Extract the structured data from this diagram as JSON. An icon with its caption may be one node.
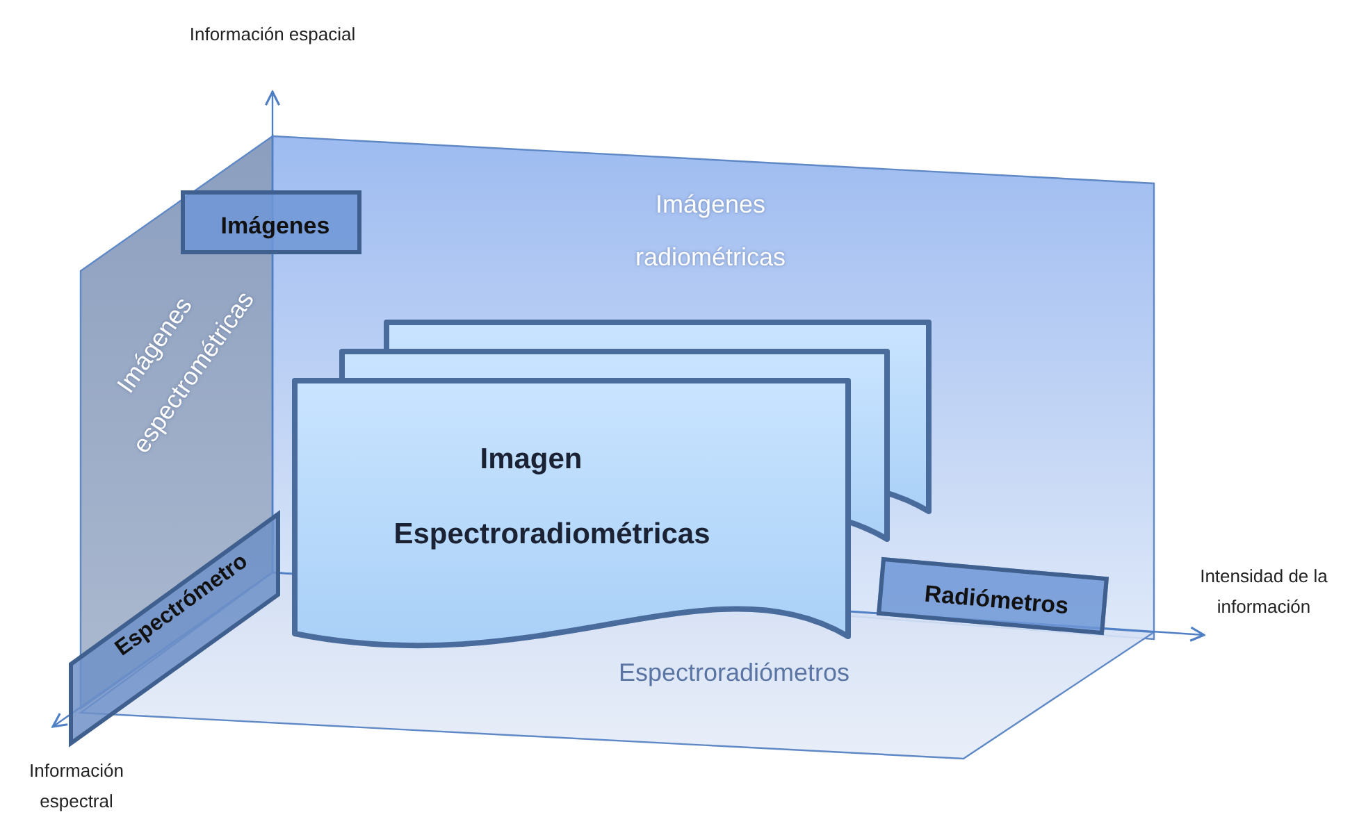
{
  "diagram": {
    "nodes": [
      {
        "text": [
          "Imágenes radiométricas"
        ]
      },
      {
        "text": [
          "Imágenes espectrométricas"
        ]
      },
      {
        "text": [
          "Espectroradiómetros"
        ]
      },
      {
        "text": [
          "Imágenes"
        ]
      },
      {
        "text": [
          "Imagen",
          "Espectroradiométricas"
        ],
        "in": 0
      },
      {
        "text": [
          "Espectrómetro"
        ]
      },
      {
        "text": [
          "Radiómetros"
        ],
        "in": 0
      }
    ],
    "labels": [
      "Información espacial",
      "Intensidad de la información",
      "Información espectral"
    ]
  }
}
